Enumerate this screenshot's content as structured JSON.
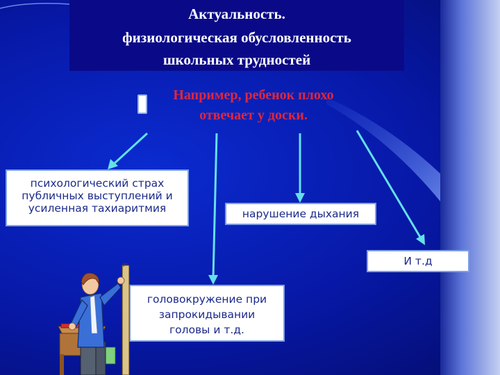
{
  "title": {
    "line1": "Актуальность.",
    "line2": "физиологическая обусловленность",
    "line3": "школьных трудностей"
  },
  "example": {
    "line1": "Например, ребенок плохо",
    "line2": "отвечает у доски."
  },
  "nodes": {
    "fear": {
      "line1": "психологический страх",
      "line2": "публичных выступлений и",
      "line3": "усиленная тахиаритмия"
    },
    "breathing": {
      "label": "нарушение дыхания"
    },
    "dizziness": {
      "line1": "головокружение при",
      "line2": "запрокидывании",
      "line3": "головы и т.д."
    },
    "etc": {
      "label": "И т.д"
    }
  },
  "colors": {
    "background": "#0718a6",
    "title_bar": "#0a0a88",
    "example_text": "#e0273c",
    "node_text": "#1b2a8a",
    "node_border": "#7fa0e6",
    "arrow": "#64e0ea"
  },
  "illustration": {
    "icon": "teacher-at-blackboard-icon"
  }
}
